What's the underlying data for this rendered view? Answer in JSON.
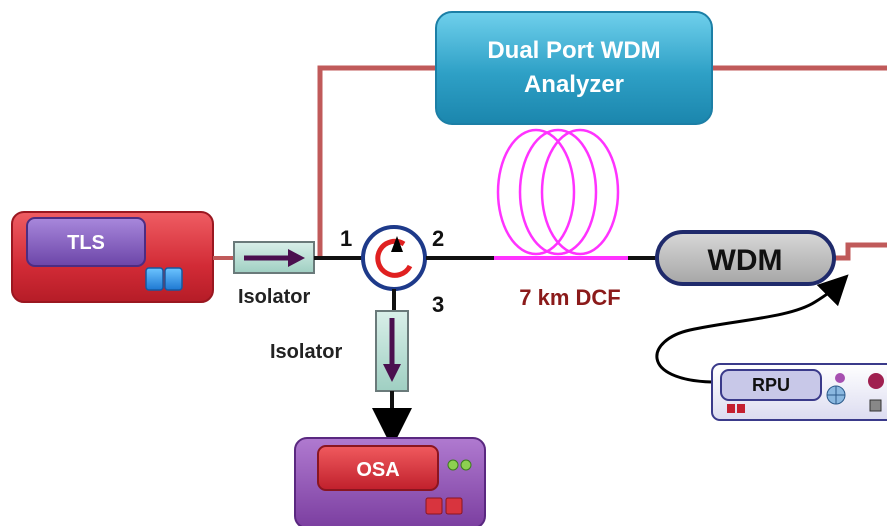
{
  "analyzer": {
    "line1": "Dual Port WDM",
    "line2": "Analyzer"
  },
  "tls": {
    "label": "TLS"
  },
  "isolator_top": {
    "label": "Isolator"
  },
  "isolator_bottom": {
    "label": "Isolator"
  },
  "circulator": {
    "port1": "1",
    "port2": "2",
    "port3": "3"
  },
  "fiber": {
    "label": "7 km DCF"
  },
  "wdm": {
    "label": "WDM"
  },
  "rpu": {
    "label": "RPU"
  },
  "osa": {
    "label": "OSA"
  },
  "colors": {
    "loop_line": "#c05050",
    "fiber_coil": "#ff33ff",
    "analyzer_fill": "#3aa5c8",
    "tls_fill": "#d8343e",
    "tls_inner": "#7b55b8",
    "osa_fill": "#8e4fb0",
    "osa_inner": "#d4303a",
    "isolator_fill": "#b8dcd2",
    "isolator_arrow": "#4b0f4f",
    "fiber_label": "#8b1a1a",
    "wdm_fill": "#bdbdbd",
    "wdm_border": "#1f2a6b"
  }
}
